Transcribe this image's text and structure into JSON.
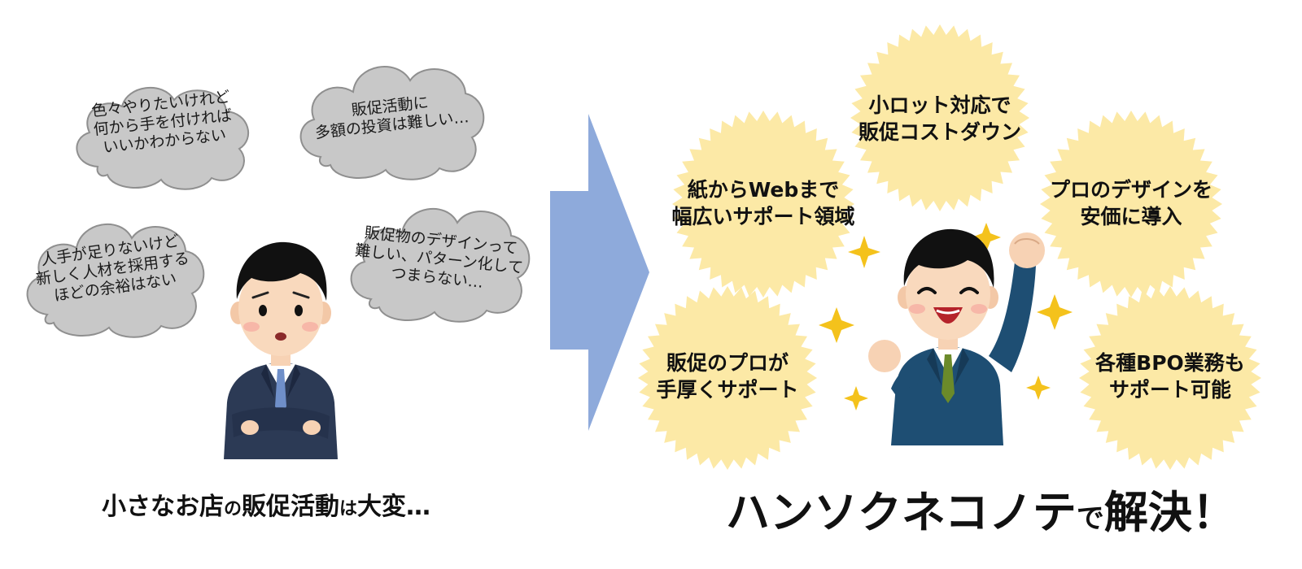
{
  "left": {
    "clouds": [
      {
        "lines": [
          "色々やりたいけれど",
          "何から手を付ければ",
          "いいかわからない"
        ]
      },
      {
        "lines": [
          "販促活動に",
          "多額の投資は難しい…"
        ]
      },
      {
        "lines": [
          "人手が足りないけど",
          "新しく人材を採用する",
          "ほどの余裕はない"
        ]
      },
      {
        "lines": [
          "販促物のデザインって",
          "難しい、パターン化して",
          "つまらない…"
        ]
      }
    ],
    "caption": {
      "part1": "小さなお店",
      "part2": "の",
      "part3": "販促活動",
      "part4": "は",
      "part5": "大変…"
    }
  },
  "right": {
    "bursts": [
      {
        "lines": [
          "小ロット対応で",
          "販促コストダウン"
        ]
      },
      {
        "lines": [
          "紙からWebまで",
          "幅広いサポート領域"
        ]
      },
      {
        "lines": [
          "プロのデザインを",
          "安価に導入"
        ]
      },
      {
        "lines": [
          "販促のプロが",
          "手厚くサポート"
        ]
      },
      {
        "lines": [
          "各種BPO業務も",
          "サポート可能"
        ]
      }
    ],
    "caption": {
      "brand": "ハンソクネコノテ",
      "particle": "で",
      "result": "解決！"
    }
  },
  "colors": {
    "cloud_fill": "#c8c8c8",
    "burst_fill": "#fce9a6",
    "arrow_fill": "#8eaadb",
    "suit": "#2c3a55",
    "suit_happy": "#1e4e73",
    "star": "#f4c21c"
  }
}
